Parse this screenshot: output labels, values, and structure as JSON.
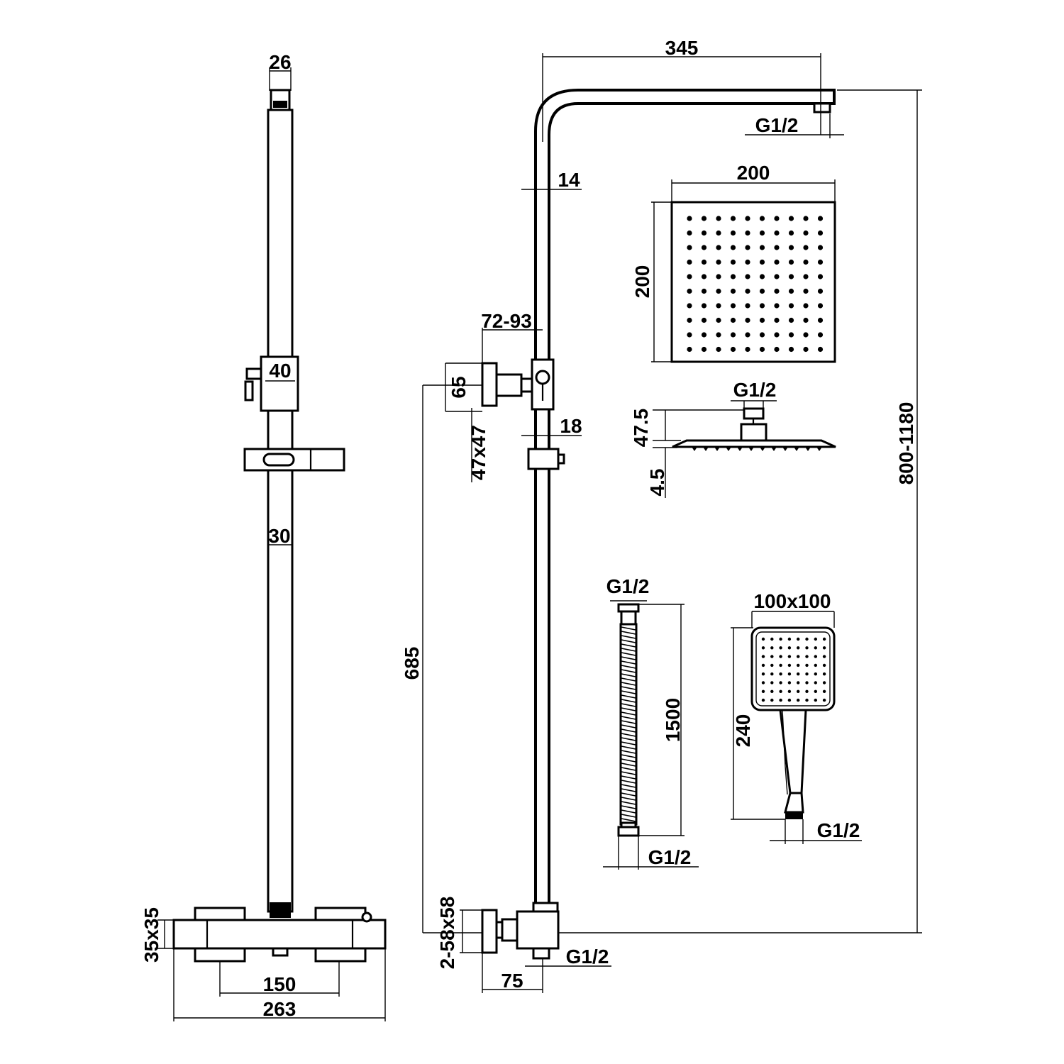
{
  "dimensions": {
    "rail_top_width": "26",
    "slider_width": "40",
    "rail_diameter": "30",
    "mixer_body_section": "35x35",
    "inlet_centres": "150",
    "mixer_overall_width": "263",
    "arm_reach": "345",
    "arm_outlet_thread": "G1/2",
    "arm_wall_gap": "14",
    "bracket_projection": "72-93",
    "bracket_height": "65",
    "bracket_plate": "47x47",
    "holder_gap": "18",
    "outlet_height": "685",
    "eccentric_plates": "2-58x58",
    "mixer_outlet_thread": "G1/2",
    "eccentric_depth": "75",
    "overhead_width": "200",
    "overhead_depth": "200",
    "overhead_thread": "G1/2",
    "overhead_height": "47.5",
    "overhead_plate": "4.5",
    "total_height": "800-1180",
    "hose_top_thread": "G1/2",
    "hose_length": "1500",
    "hose_bottom_thread": "G1/2",
    "hand_head_size": "100x100",
    "hand_length": "240",
    "hand_thread": "G1/2"
  }
}
